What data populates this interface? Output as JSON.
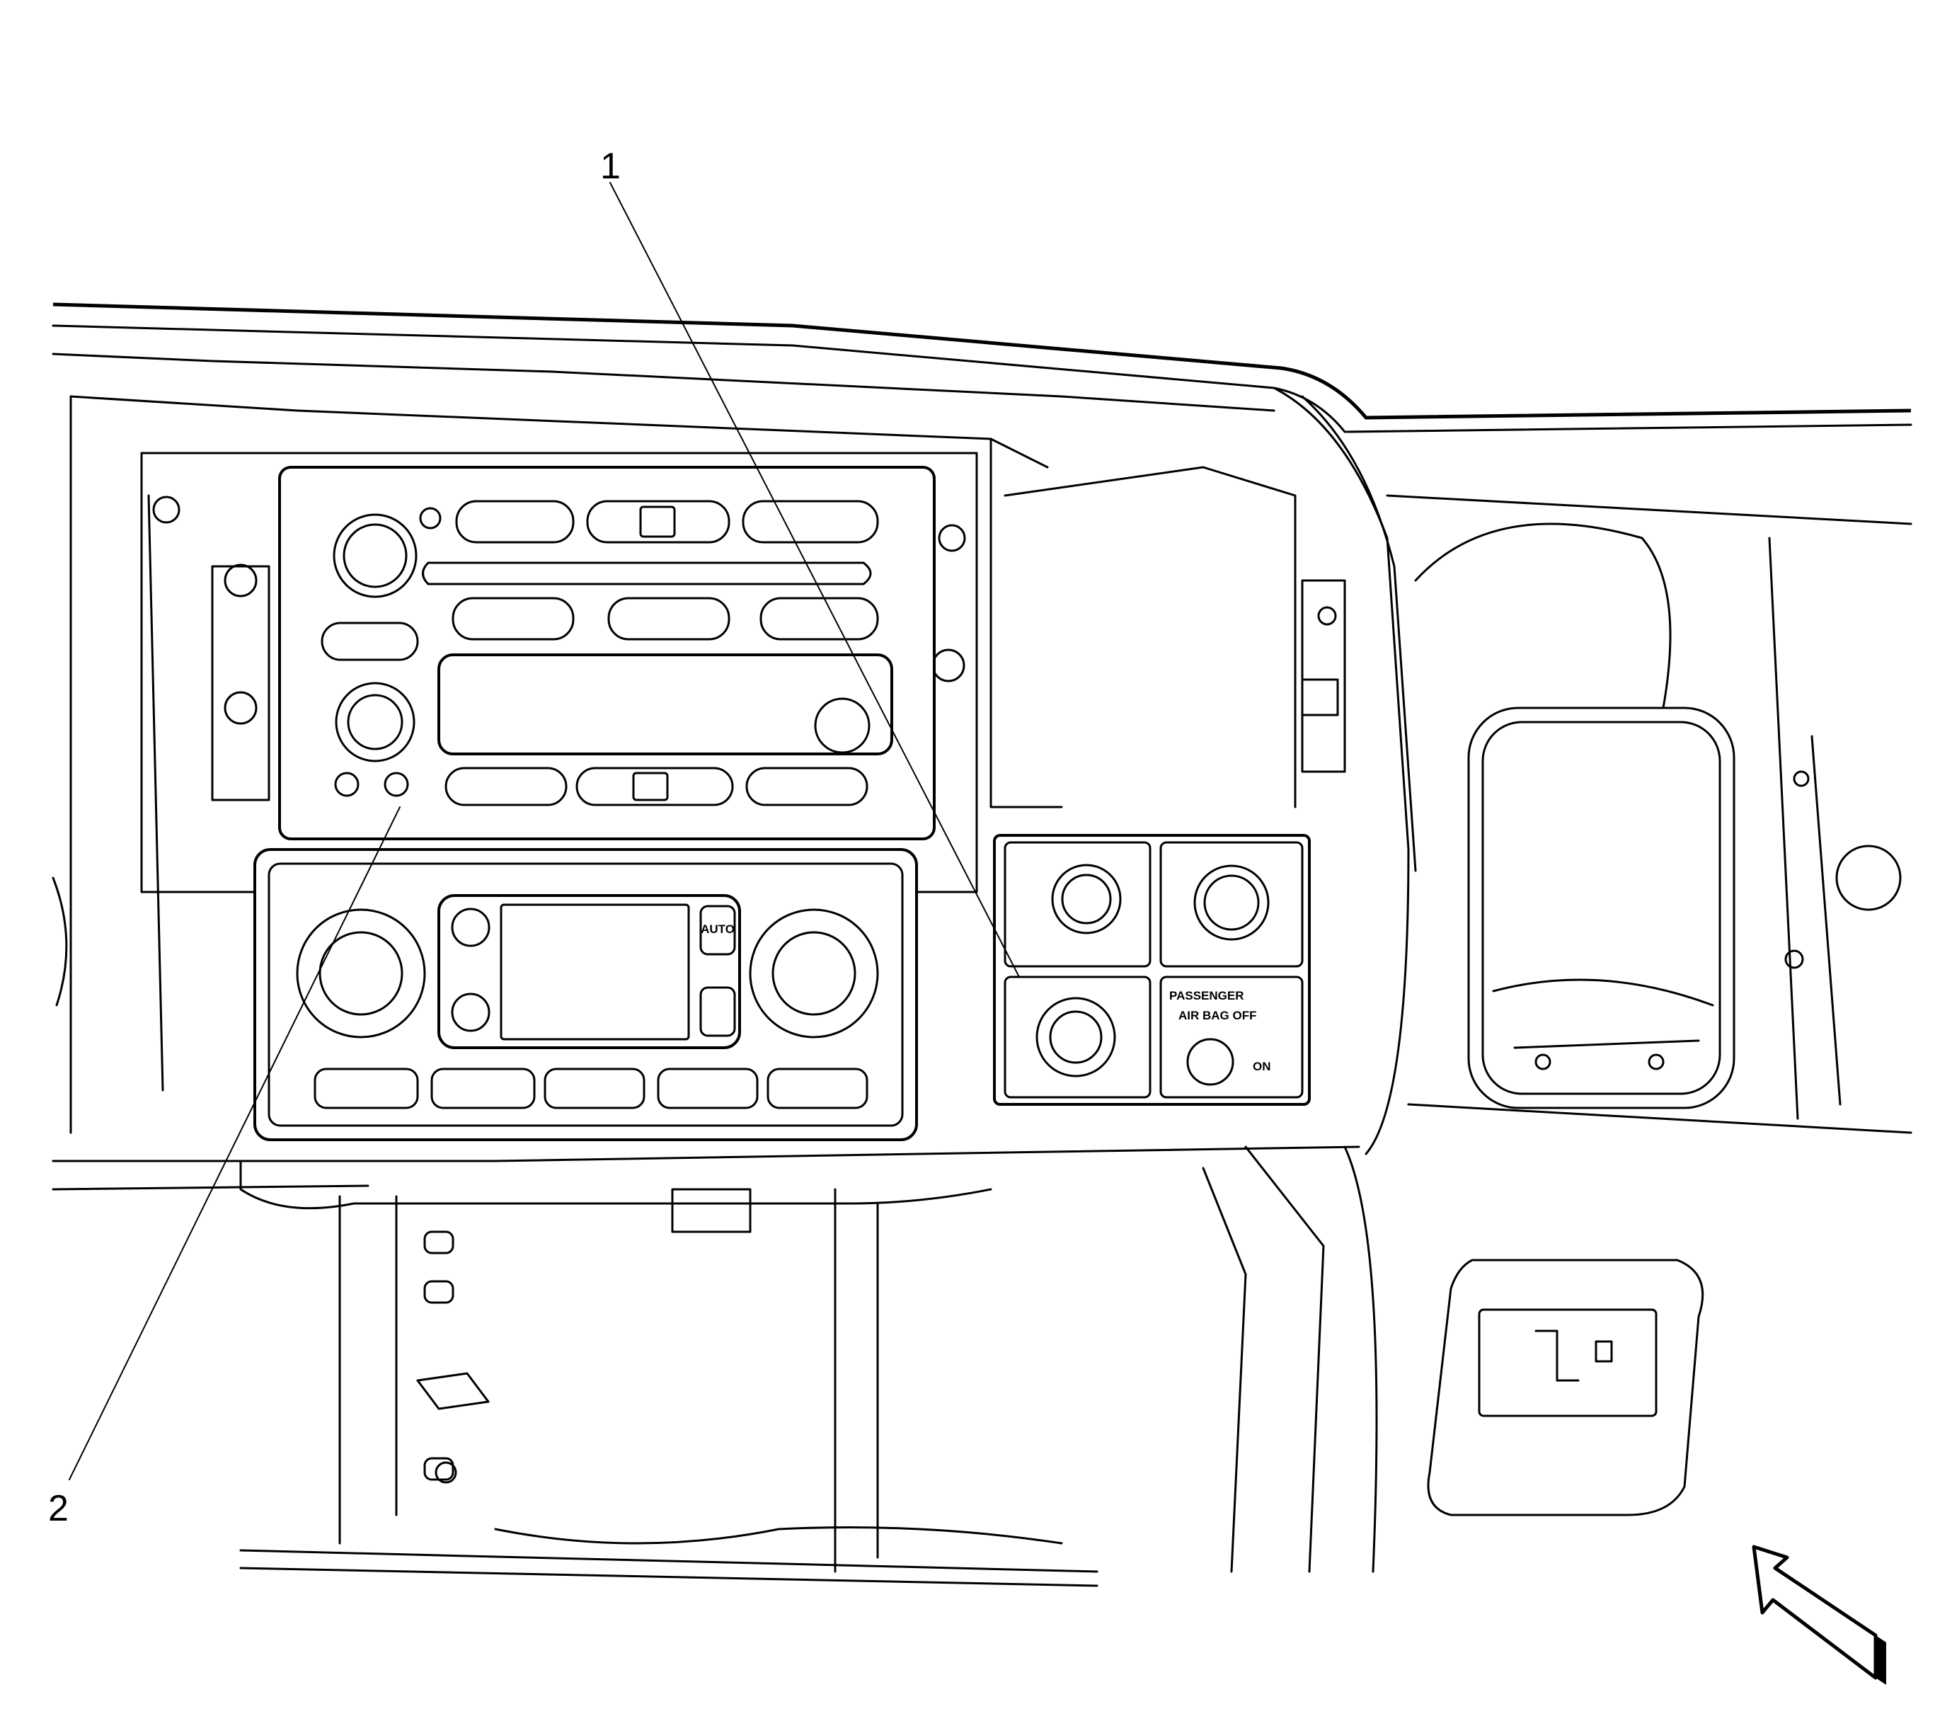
{
  "callouts": [
    {
      "label": "1"
    },
    {
      "label": "2"
    }
  ],
  "switch_panel": {
    "passenger_label": "PASSENGER",
    "airbag_label": "AIR BAG OFF",
    "on_label": "ON"
  },
  "hvac": {
    "auto_label": "AUTO"
  },
  "view_arrow_icon": "view-direction-arrow-icon"
}
